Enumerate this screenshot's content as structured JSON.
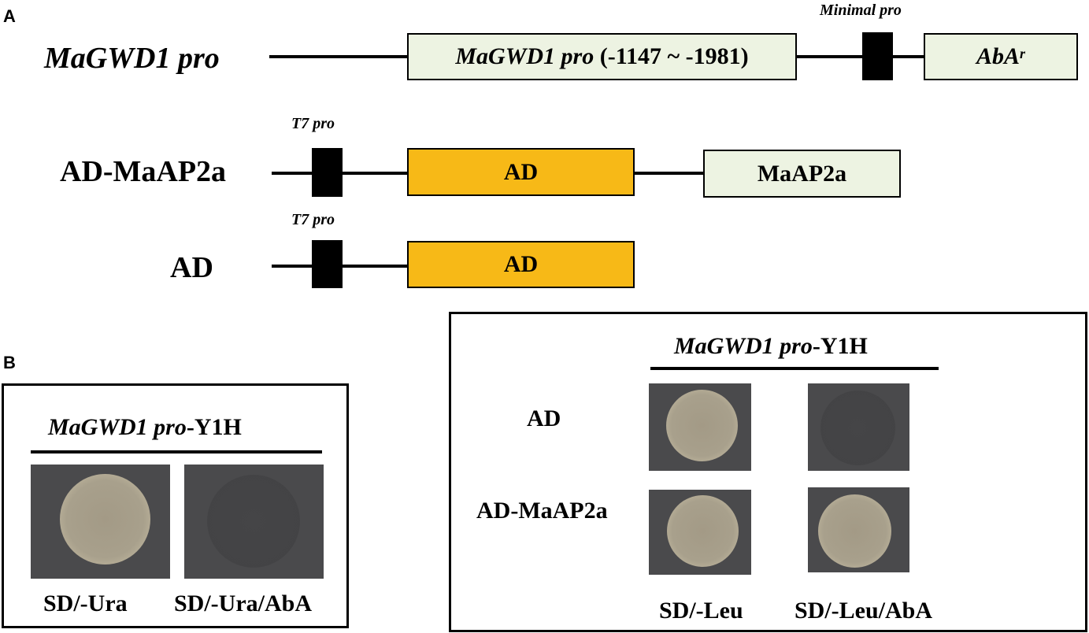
{
  "panels": {
    "a_label": "A",
    "b_label": "B"
  },
  "constructs": {
    "promoter": {
      "label": "MaGWD1 pro",
      "box_italic": "MaGWD1 pro",
      "box_rest": " (-1147 ~ -1981)",
      "minimal_label": "Minimal pro",
      "reporter_base": "AbA",
      "reporter_sup": "r"
    },
    "ad_maap2a": {
      "label": "AD-MaAP2a",
      "t7_label": "T7 pro",
      "ad_box": "AD",
      "gene_box": "MaAP2a"
    },
    "ad": {
      "label": "AD",
      "t7_label": "T7 pro",
      "ad_box": "AD"
    }
  },
  "panel_b_left": {
    "title_italic": "MaGWD1 pro",
    "title_rest": "-Y1H",
    "col1": "SD/-Ura",
    "col2": "SD/-Ura/AbA"
  },
  "panel_b_right": {
    "title_italic": "MaGWD1 pro",
    "title_rest": "-Y1H",
    "row1": "AD",
    "row2": "AD-MaAP2a",
    "col1": "SD/-Leu",
    "col2": "SD/-Leu/AbA"
  },
  "colors": {
    "green_box": "#edf3e2",
    "orange_box": "#f7b917",
    "plate": "#4a4a4c"
  }
}
